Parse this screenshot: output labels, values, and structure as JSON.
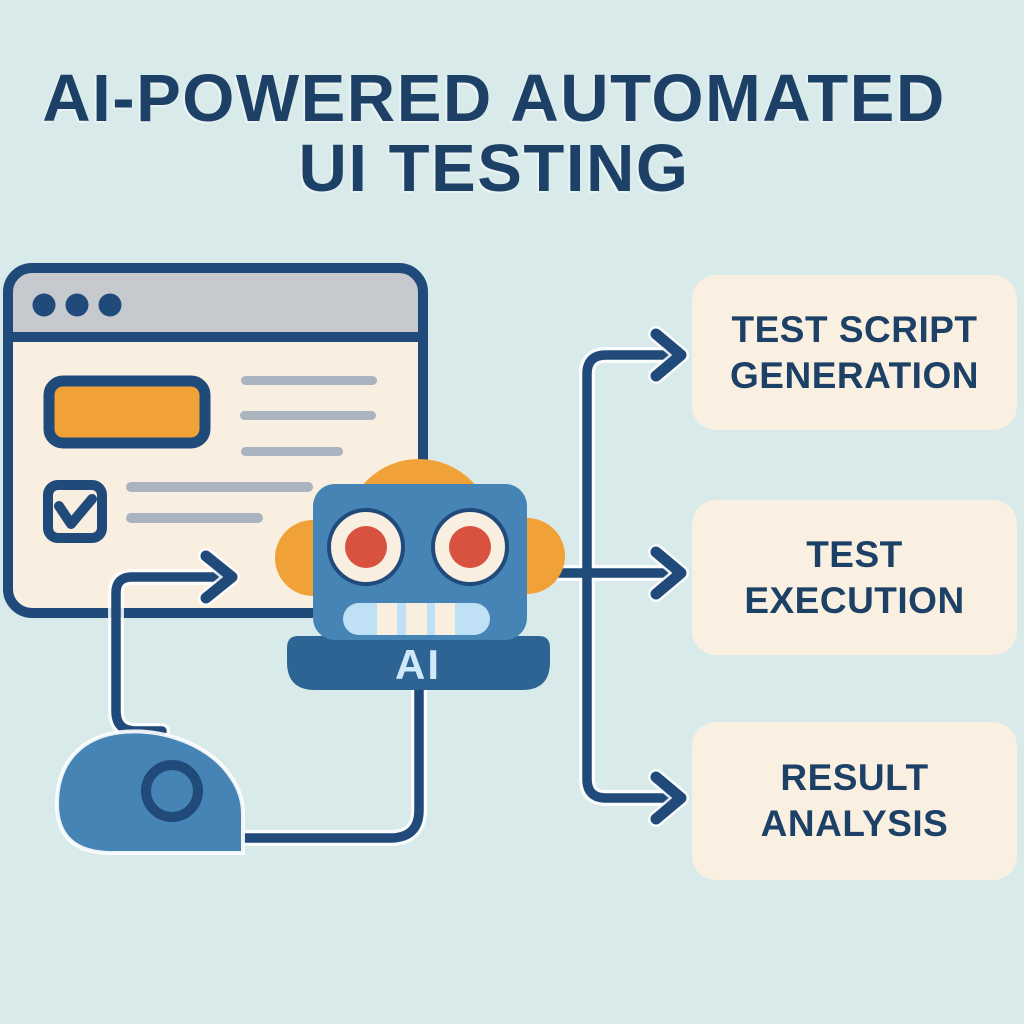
{
  "title": {
    "line1": "AI-POWERED AUTOMATED",
    "line2": "UI TESTING"
  },
  "robot": {
    "label": "AI"
  },
  "flow_boxes": [
    {
      "line1": "TEST SCRIPT",
      "line2": "GENERATION"
    },
    {
      "line1": "TEST",
      "line2": "EXECUTION"
    },
    {
      "line1": "RESULT",
      "line2": "ANALYSIS"
    }
  ],
  "colors": {
    "background": "#d9eaea",
    "navy": "#1f4a7a",
    "title_navy": "#1d4066",
    "cream": "#f9efe0",
    "box_cream": "#faf0e1",
    "titlebar_gray": "#c6c9ce",
    "bar_gray": "#a9b4c0",
    "orange": "#f0a138",
    "red": "#d8523f",
    "head_blue": "#4584b4",
    "body_blue": "#2e6494",
    "pale_blue": "#c0e1f5",
    "ai_text": "#cfe9f8"
  }
}
